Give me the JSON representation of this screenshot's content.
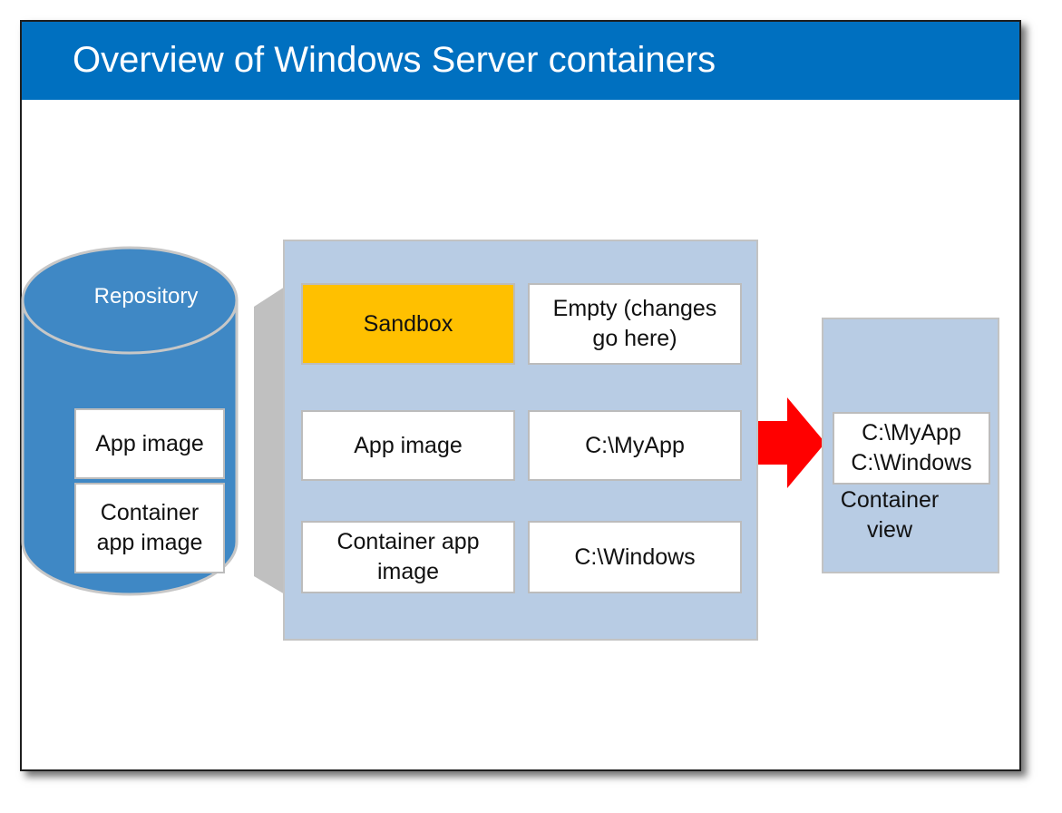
{
  "title": "Overview of Windows Server containers",
  "repository": {
    "label": "Repository",
    "items": [
      "App image",
      "Container\napp image"
    ]
  },
  "stack": {
    "rows": [
      {
        "left": "Sandbox",
        "right": "Empty (changes\ngo here)"
      },
      {
        "left": "App image",
        "right": "C:\\MyApp"
      },
      {
        "left": "Container app\nimage",
        "right": "C:\\Windows"
      }
    ]
  },
  "container_view": {
    "contents": "C:\\MyApp\nC:\\Windows",
    "label": "Container\nview"
  },
  "colors": {
    "title_bar": "#0070c0",
    "cylinder": "#3f88c5",
    "panel": "#b8cce4",
    "sandbox": "#ffc000",
    "arrow": "#ff0000",
    "connector": "#c0c0c0"
  }
}
